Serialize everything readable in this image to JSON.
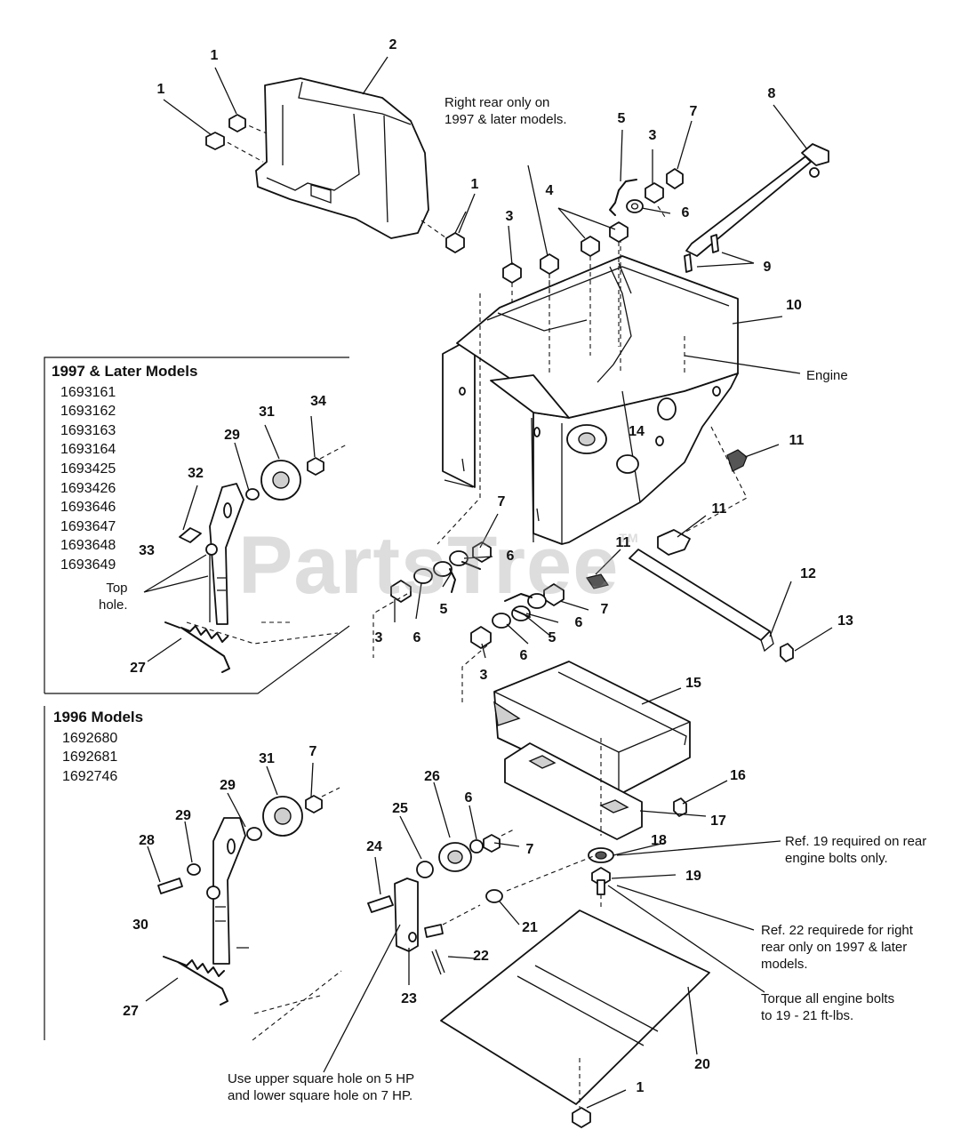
{
  "watermark": "PartsTree",
  "watermark_tm": "TM",
  "boxes": {
    "later": {
      "title": "1997 & Later Models",
      "models": [
        "1693161",
        "1693162",
        "1693163",
        "1693164",
        "1693425",
        "1693426",
        "1693646",
        "1693647",
        "1693648",
        "1693649"
      ]
    },
    "y1996": {
      "title": "1996 Models",
      "models": [
        "1692680",
        "1692681",
        "1692746"
      ]
    }
  },
  "notes": {
    "right_rear": [
      "Right rear only on",
      "1997 & later models."
    ],
    "engine": "Engine",
    "top_hole": [
      "Top",
      "hole."
    ],
    "ref19": [
      "Ref. 19 required on rear",
      "engine bolts only."
    ],
    "ref22": [
      "Ref. 22 requirede for right",
      "rear only on 1997 & later",
      "models."
    ],
    "torque": [
      "Torque all engine bolts",
      "to 19 - 21 ft-lbs."
    ],
    "square_hole": [
      "Use upper square hole on 5 HP",
      "and lower square hole on 7 HP."
    ]
  },
  "callouts": [
    "1",
    "1",
    "2",
    "1",
    "3",
    "4",
    "5",
    "3",
    "7",
    "6",
    "8",
    "9",
    "10",
    "11",
    "14",
    "7",
    "6",
    "11",
    "11",
    "5",
    "3",
    "6",
    "7",
    "5",
    "6",
    "6",
    "3",
    "12",
    "13",
    "31",
    "34",
    "29",
    "32",
    "33",
    "27",
    "15",
    "16",
    "17",
    "18",
    "19",
    "31",
    "7",
    "29",
    "29",
    "28",
    "30",
    "27",
    "26",
    "25",
    "6",
    "7",
    "24",
    "21",
    "22",
    "23",
    "20",
    "1"
  ]
}
